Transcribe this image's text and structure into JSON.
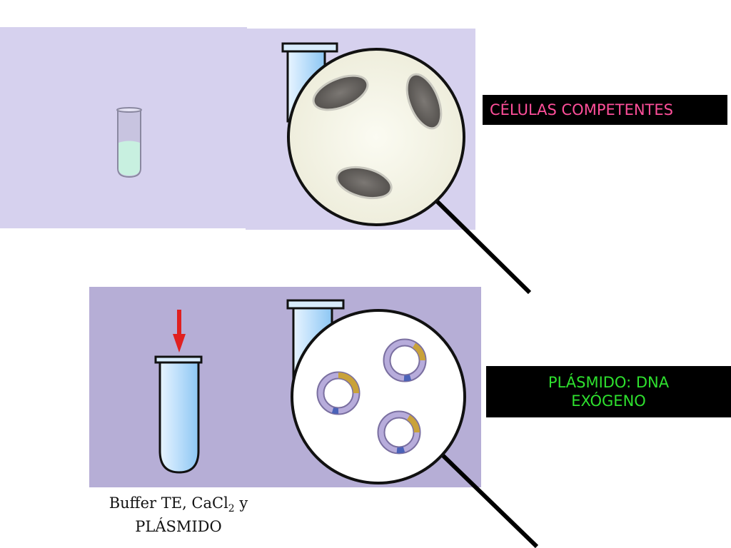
{
  "labels": {
    "cells": "CÉLULAS COMPETENTES",
    "plasmid_line1": "PLÁSMIDO: DNA",
    "plasmid_line2": "EXÓGENO"
  },
  "caption": {
    "part1": "Buffer TE, CaCl",
    "subscript": "2",
    "part2": " y",
    "line2": "PLÁSMIDO"
  },
  "colors": {
    "panel_top": "#d6d1ee",
    "panel_bottom": "#b6aed6",
    "cells_label_text": "#ff4f9a",
    "plasmid_label_text": "#2ee02e",
    "arrow": "#e02020"
  }
}
